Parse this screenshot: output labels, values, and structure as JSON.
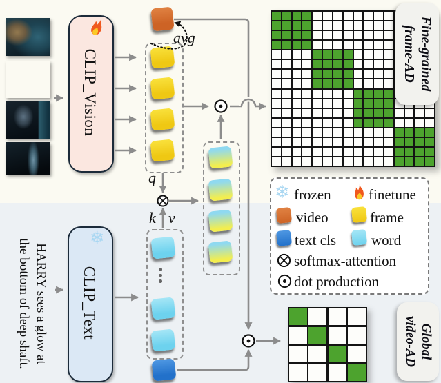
{
  "colors": {
    "background_top": "#fbfaf2",
    "background_bottom": "#edf1f4",
    "matrix_green": "#4da32e",
    "video_orange": "#cd6325",
    "frame_yellow": "#efc813",
    "text_cls_blue": "#2271ca",
    "word_cyan": "#6dd2ee",
    "arrow_gray": "#8c8c8c",
    "clip_vision_fill": "#fbe7e0",
    "clip_text_fill": "#dbe8f5"
  },
  "vision_branch": {
    "model_label": "CLIP_Vision",
    "status_icon": "fire-icon",
    "avg_label": "avg",
    "q_label": "q",
    "frame_token_count": 4,
    "attended_token_count": 4
  },
  "text_branch": {
    "model_label": "CLIP_Text",
    "status_icon": "snowflake-icon",
    "input_line1": "HARRY sees a glow at",
    "input_line2": "the bottom of deep shaft.",
    "k_label": "k",
    "v_label": "v",
    "word_tokens_visible": 3
  },
  "legend": {
    "items": [
      {
        "icon": "snowflake-icon",
        "label": "frozen"
      },
      {
        "icon": "fire-icon",
        "label": "finetune"
      },
      {
        "icon": "video-token",
        "label": "video"
      },
      {
        "icon": "frame-token",
        "label": "frame"
      },
      {
        "icon": "text-cls-token",
        "label": "text cls"
      },
      {
        "icon": "word-token",
        "label": "word"
      },
      {
        "icon": "softmax-attention-icon",
        "label": "softmax-attention"
      },
      {
        "icon": "dot-production-icon",
        "label": "dot production"
      }
    ]
  },
  "outputs": {
    "frame_ad": {
      "title_line1": "Fine-grained",
      "title_line2": "frame-AD",
      "matrix": {
        "size": 16,
        "diagonal_block": 4
      }
    },
    "video_ad": {
      "title_line1": "Global",
      "title_line2": "video-AD",
      "matrix": {
        "size": 4,
        "diagonal_block": 1
      }
    }
  }
}
